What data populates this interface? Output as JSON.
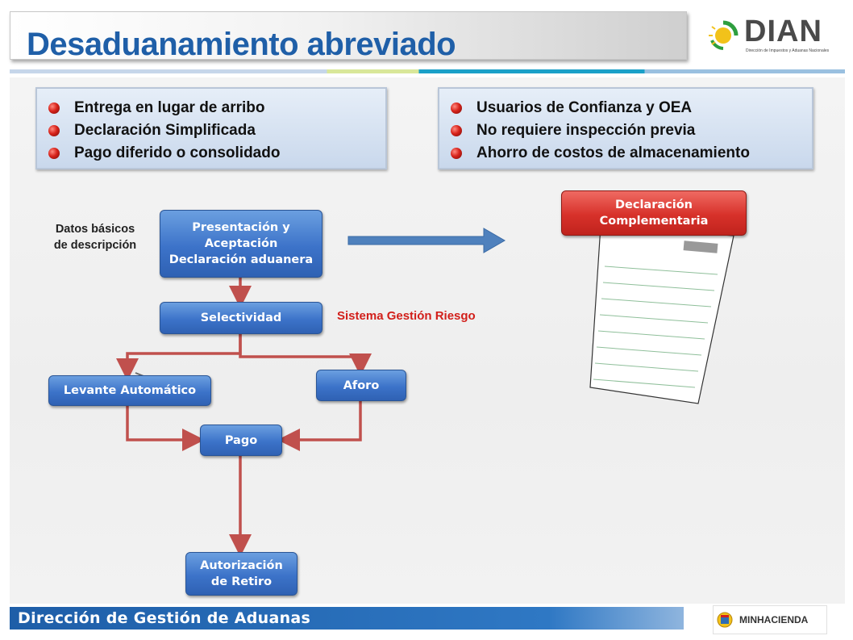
{
  "header": {
    "title": "Desaduanamiento abreviado",
    "logo_text": "DIAN",
    "logo_subtitle": "Dirección de Impuestos y Aduanas Nacionales"
  },
  "bullets_left": [
    "Entrega en lugar de arribo",
    "Declaración Simplificada",
    "Pago diferido o consolidado"
  ],
  "bullets_right": [
    "Usuarios de Confianza y OEA",
    "No requiere inspección previa",
    "Ahorro de costos de almacenamiento"
  ],
  "flow": {
    "datos_label_1": "Datos básicos",
    "datos_label_2": "de descripción",
    "presentacion_1": "Presentación y",
    "presentacion_2": "Aceptación",
    "presentacion_3": "Declaración aduanera",
    "selectividad": "Selectividad",
    "sistema_riesgo": "Sistema Gestión Riesgo",
    "levante": "Levante Automático",
    "aforo": "Aforo",
    "pago": "Pago",
    "autorizacion_1": "Autorización",
    "autorizacion_2": "de Retiro",
    "declaracion_comp_1": "Declaración",
    "declaracion_comp_2": "Complementaria"
  },
  "footer": {
    "text": "Dirección de Gestión de Aduanas",
    "logo_text": "MINHACIENDA"
  },
  "colors": {
    "title_blue": "#1f5fa8",
    "node_blue": "#3c73c9",
    "node_red": "#d7312a",
    "arrow_red": "#c0504d",
    "arrow_blue": "#4f81bd",
    "risk_red": "#d21f1a"
  }
}
